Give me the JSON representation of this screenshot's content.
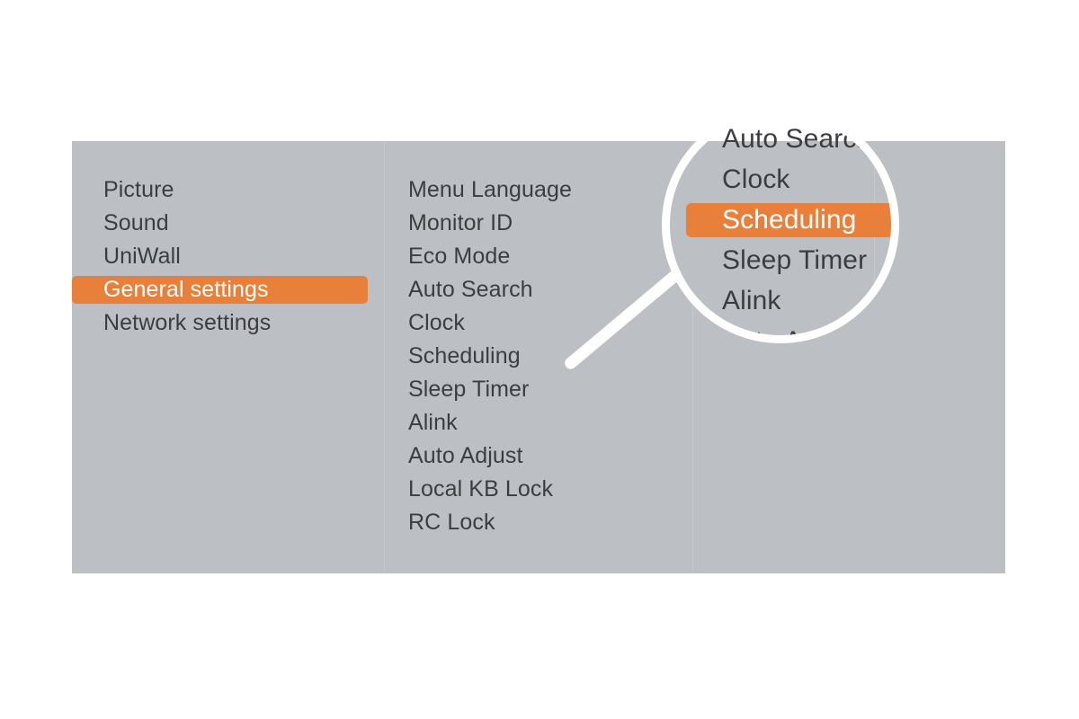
{
  "panel": {
    "background_color": "#BCC0C4",
    "highlight_color": "#E8803C",
    "text_color": "#3D3D3F",
    "selected_text_color": "#FFFFFF"
  },
  "categories": [
    {
      "label": "Picture",
      "selected": false
    },
    {
      "label": "Sound",
      "selected": false
    },
    {
      "label": "UniWall",
      "selected": false
    },
    {
      "label": "General settings",
      "selected": true
    },
    {
      "label": "Network settings",
      "selected": false
    }
  ],
  "items": [
    {
      "label": "Menu Language",
      "selected": false
    },
    {
      "label": "Monitor ID",
      "selected": false
    },
    {
      "label": "Eco Mode",
      "selected": false
    },
    {
      "label": "Auto Search",
      "selected": false
    },
    {
      "label": "Clock",
      "selected": false
    },
    {
      "label": "Scheduling",
      "selected": false
    },
    {
      "label": "Sleep Timer",
      "selected": false
    },
    {
      "label": "Alink",
      "selected": false
    },
    {
      "label": "Auto Adjust",
      "selected": false
    },
    {
      "label": "Local KB Lock",
      "selected": false
    },
    {
      "label": "RC Lock",
      "selected": false
    }
  ],
  "magnifier": {
    "items": [
      {
        "label": "Auto Search",
        "selected": false
      },
      {
        "label": "Clock",
        "selected": false
      },
      {
        "label": "Scheduling",
        "selected": true
      },
      {
        "label": "Sleep Timer",
        "selected": false
      },
      {
        "label": "Alink",
        "selected": false
      },
      {
        "label": "Auto Adjust",
        "selected": false
      }
    ]
  }
}
